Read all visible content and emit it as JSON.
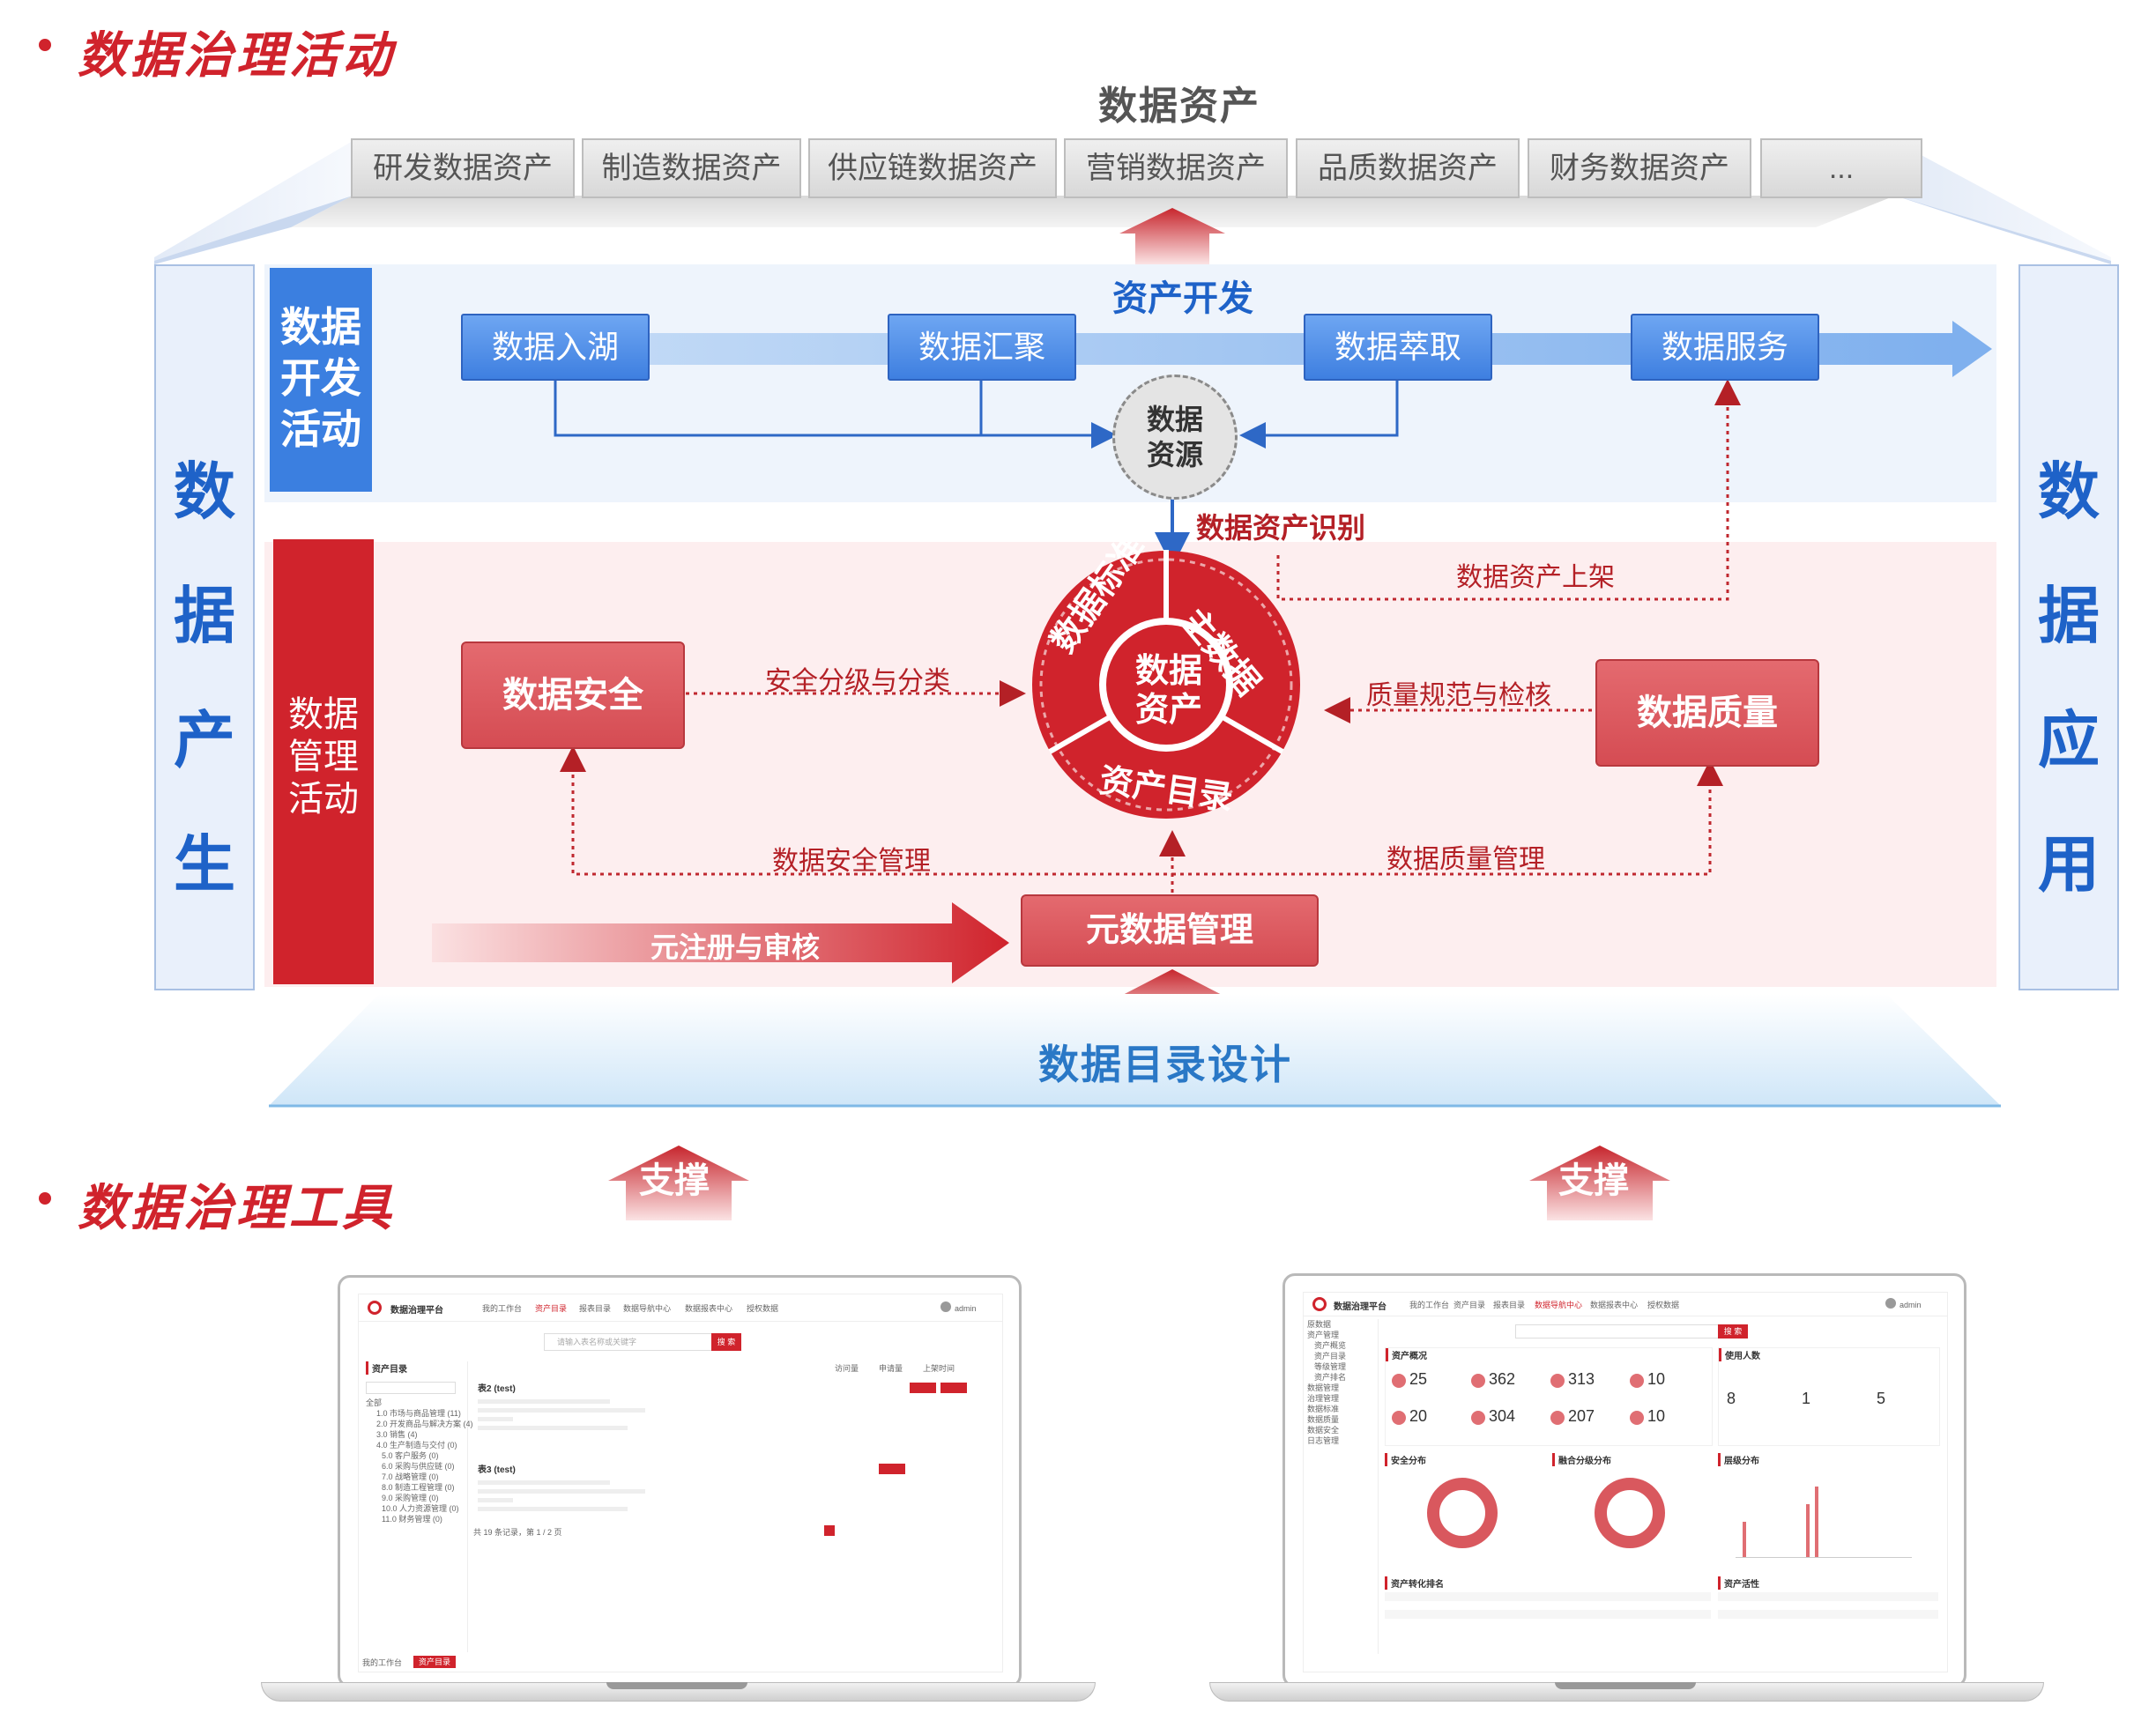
{
  "sections": {
    "activities_title": "数据治理活动",
    "tools_title": "数据治理工具"
  },
  "data_assets": {
    "title": "数据资产",
    "items": [
      "研发数据资产",
      "制造数据资产",
      "供应链数据资产",
      "营销数据资产",
      "品质数据资产",
      "财务数据资产",
      "..."
    ]
  },
  "side_left": [
    "数",
    "据",
    "产",
    "生"
  ],
  "side_right": [
    "数",
    "据",
    "应",
    "用"
  ],
  "dev": {
    "label": [
      "数据",
      "开发",
      "活动"
    ],
    "flow_title": "资产开发",
    "nodes": [
      "数据入湖",
      "数据汇聚",
      "数据萃取",
      "数据服务"
    ],
    "center": [
      "数据",
      "资源"
    ]
  },
  "mgmt": {
    "label": [
      "数据",
      "管理",
      "活动"
    ],
    "identify": "数据资产识别",
    "listing": "数据资产上架",
    "security": "数据安全",
    "quality": "数据质量",
    "security_flow": "安全分级与分类",
    "quality_flow": "质量规范与检核",
    "security_mgmt": "数据安全管理",
    "quality_mgmt": "数据质量管理",
    "register": "元注册与审核",
    "metadata": "元数据管理",
    "center": [
      "数据",
      "资产"
    ],
    "ring": [
      "数据标准",
      "主数据",
      "资产目录"
    ]
  },
  "catalog_design": "数据目录设计",
  "support": [
    "支撑",
    "支撑"
  ],
  "laptop1": {
    "app": "数据治理平台",
    "nav": [
      "我的工作台",
      "资产目录",
      "报表目录",
      "数据导航中心",
      "数据报表中心",
      "授权数据"
    ],
    "user": "admin",
    "search_placeholder": "请输入表名称或关键字",
    "search_btn": "搜 索",
    "panel_title": "资产目录",
    "tree": [
      "全部",
      "1.0 市场与商品管理 (11)",
      "2.0 开发商品与解决方案 (4)",
      "3.0 销售 (4)",
      "4.0 生产制造与交付 (0)",
      "5.0 客户服务 (0)",
      "6.0 采购与供应链 (0)",
      "7.0 战略管理 (0)",
      "8.0 制造工程管理 (0)",
      "9.0 采购管理 (0)",
      "10.0 人力资源管理 (0)",
      "11.0 财务管理 (0)"
    ],
    "sort": [
      "访问量",
      "申请量",
      "上架时间"
    ],
    "table1": "表2 (test)",
    "table2": "表3 (test)",
    "footer": "共 19 条记录，第 1 / 2 页",
    "tabs": [
      "我的工作台",
      "资产目录"
    ]
  },
  "laptop2": {
    "app": "数据治理平台",
    "nav": [
      "我的工作台",
      "资产目录",
      "报表目录",
      "数据导航中心",
      "数据报表中心",
      "授权数据"
    ],
    "user": "admin",
    "search_btn": "搜 索",
    "sidebar": [
      "原数据",
      "资产管理",
      "资产概览",
      "资产目录",
      "等级管理",
      "资产排名",
      "数据管理",
      "治理管理",
      "数据标准",
      "数据质量",
      "数据安全",
      "日志管理"
    ],
    "overview_title": "资产概况",
    "kpis": [
      "25",
      "362",
      "313",
      "10",
      "20",
      "304",
      "207",
      "10"
    ],
    "users_title": "使用人数",
    "users": [
      "8",
      "1",
      "5"
    ],
    "security_title": "安全分布",
    "fusion_title": "融合分级分布",
    "level_title": "层级分布",
    "rank_title": "资产转化排名",
    "active_title": "资产活性"
  }
}
